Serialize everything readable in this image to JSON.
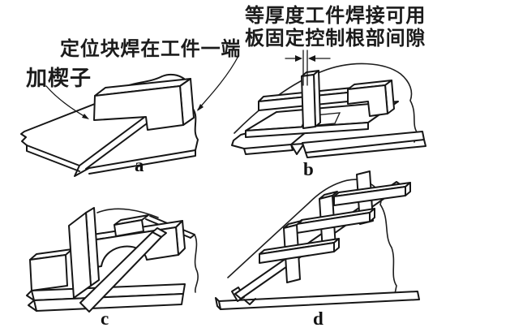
{
  "annotations": {
    "block_note": "定位块焊在工件一端",
    "wedge_note": "加楔子",
    "gap_note_line1": "等厚度工件焊接可用",
    "gap_note_line2": "板固定控制根部间隙"
  },
  "figure_labels": {
    "a": "a",
    "b": "b",
    "c": "c",
    "d": "d"
  },
  "colors": {
    "line": "#161616",
    "background": "#ffffff"
  }
}
